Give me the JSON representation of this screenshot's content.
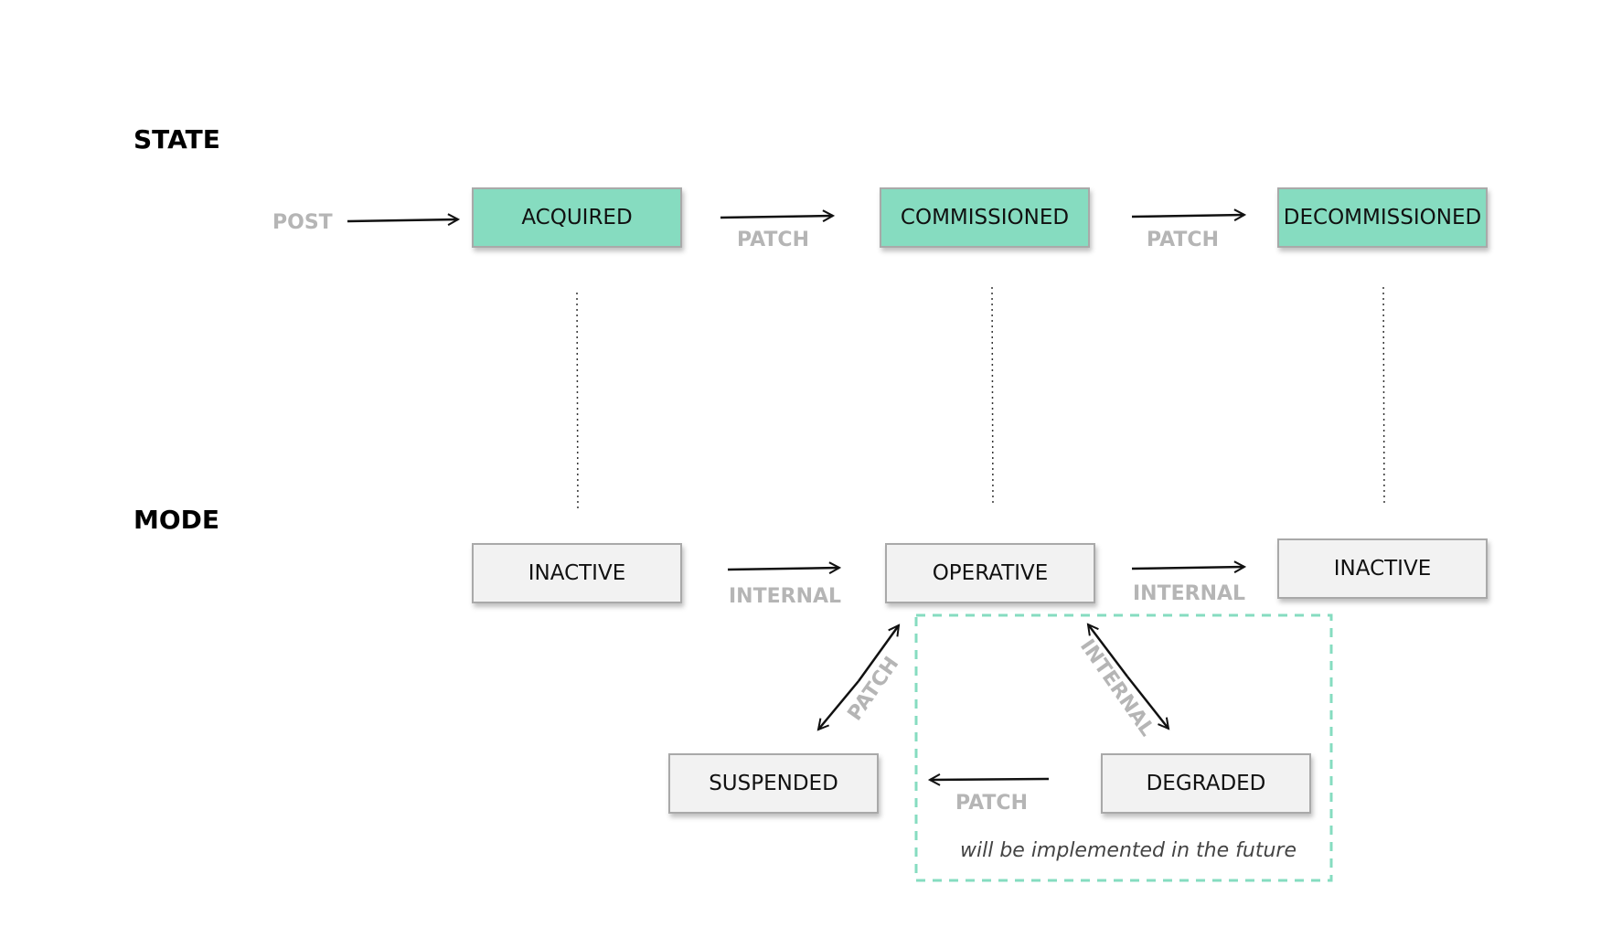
{
  "sections": {
    "state": "STATE",
    "mode": "MODE"
  },
  "nodes": {
    "acquired": "ACQUIRED",
    "commissioned": "COMMISSIONED",
    "decommissioned": "DECOMMISSIONED",
    "inactive_1": "INACTIVE",
    "operative": "OPERATIVE",
    "inactive_2": "INACTIVE",
    "suspended": "SUSPENDED",
    "degraded": "DEGRADED"
  },
  "edges": {
    "post": "POST",
    "acquired_to_commissioned": "PATCH",
    "commissioned_to_decommissioned": "PATCH",
    "inactive_to_operative": "INTERNAL",
    "operative_to_inactive": "INTERNAL",
    "operative_suspended": "PATCH",
    "operative_degraded": "INTERNAL",
    "degraded_to_suspended": "PATCH"
  },
  "colors": {
    "state_fill": "#86dcc0",
    "mode_fill": "#f2f2f2",
    "future_border": "#86dcc0",
    "edge_label": "#b5b5b5"
  },
  "future_note": "will be implemented in the future"
}
